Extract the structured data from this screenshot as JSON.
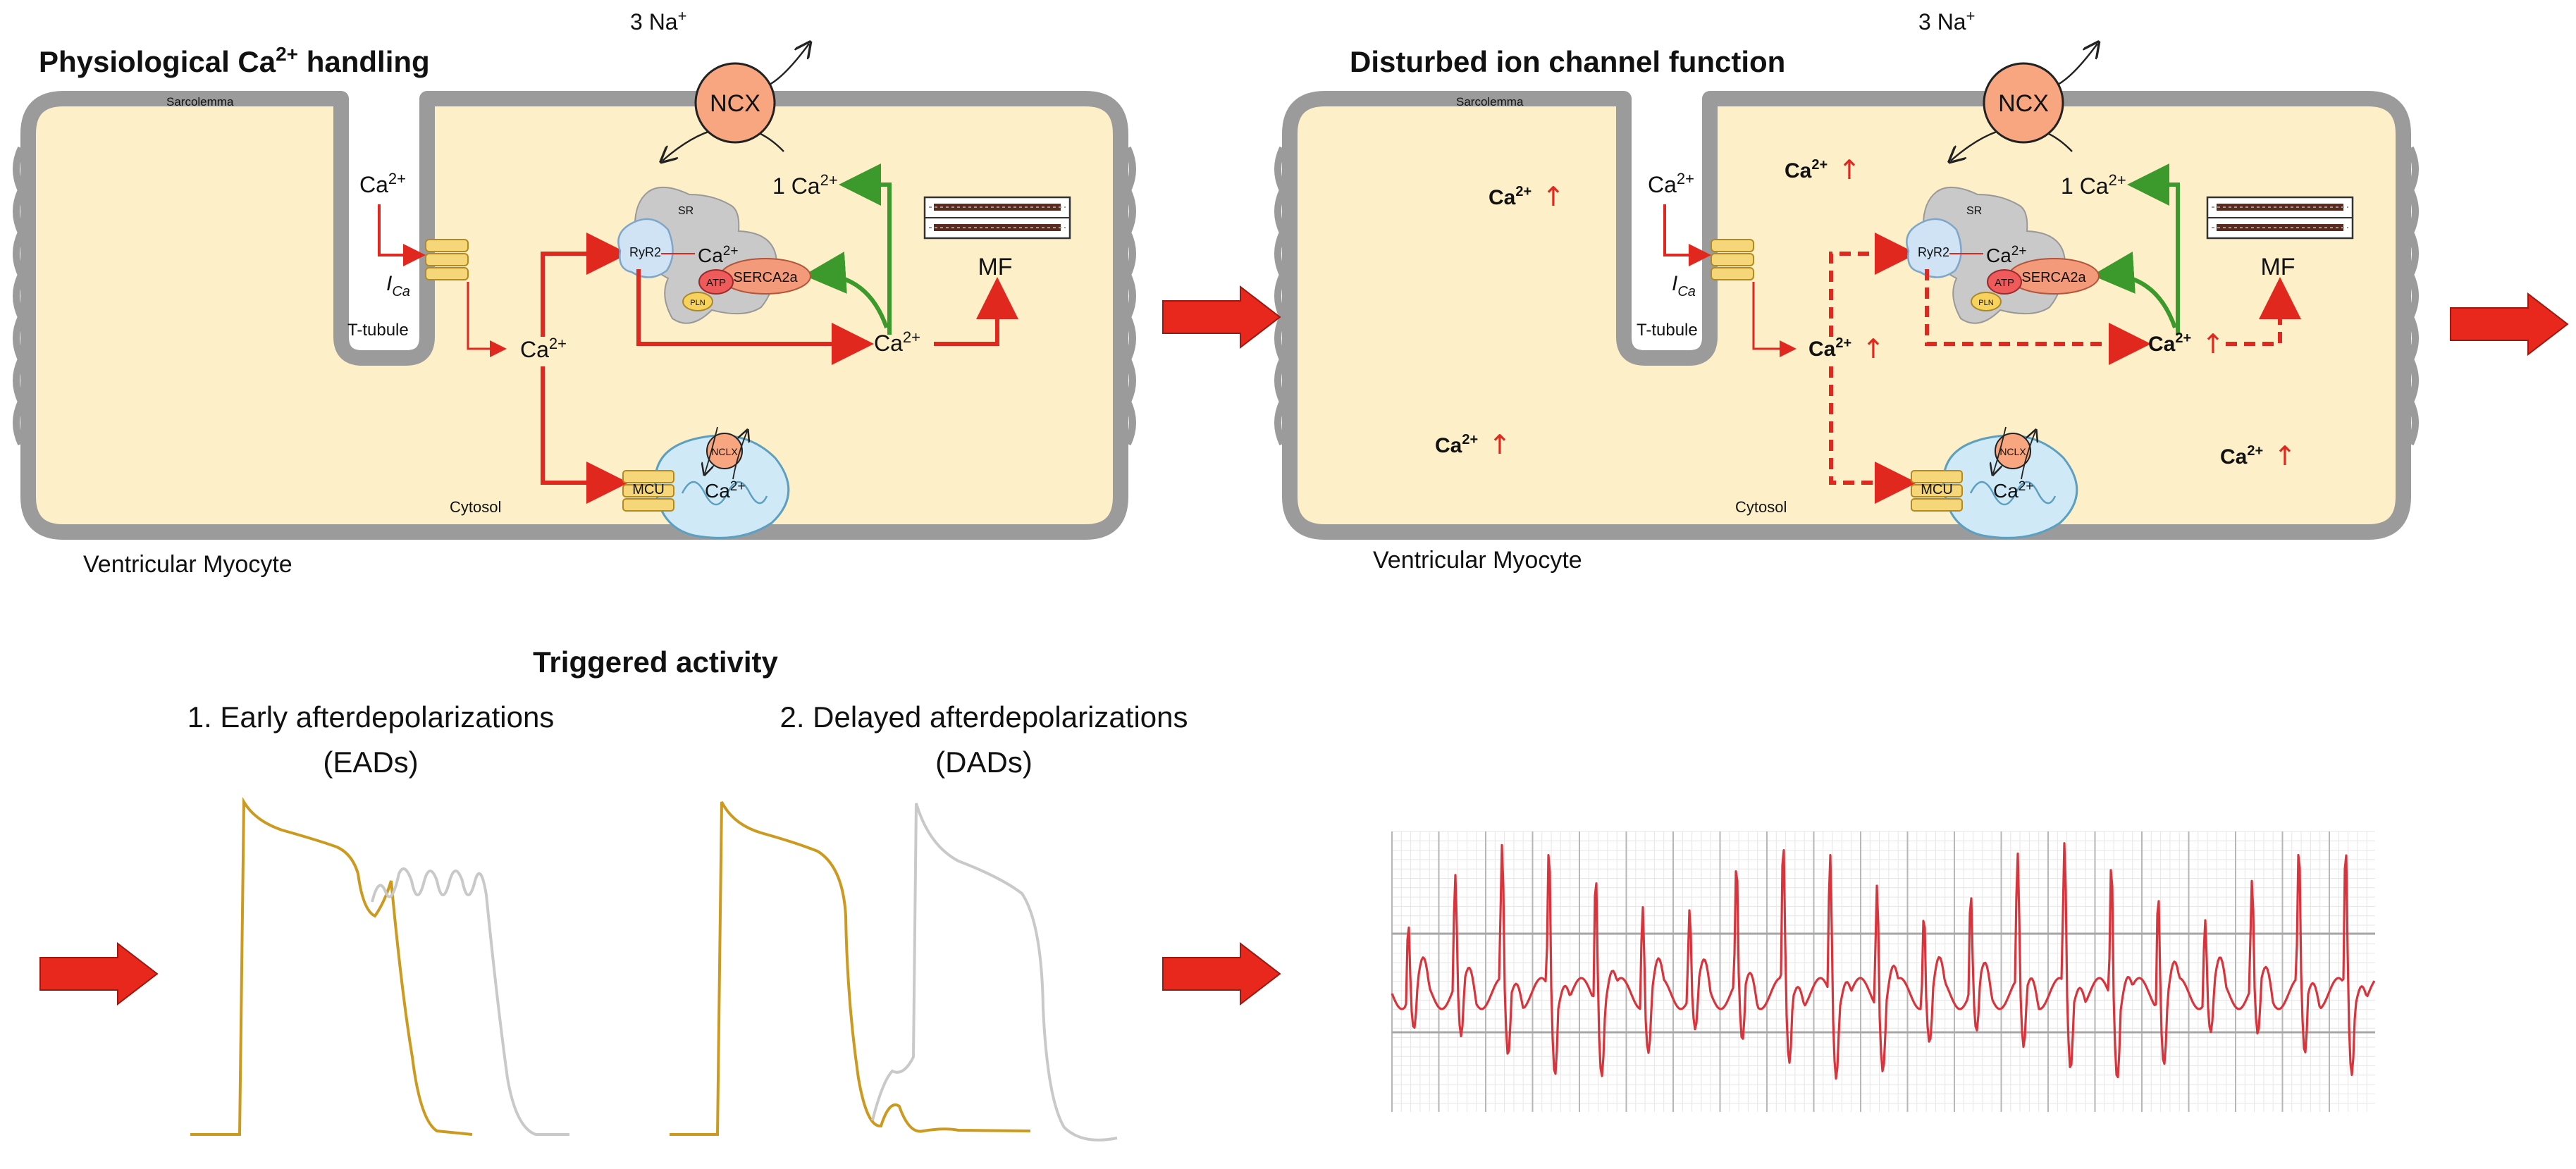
{
  "colors": {
    "cytosol_fill": "#fdf0c8",
    "membrane": "#9b9b9b",
    "arrow_red": "#e0281e",
    "arrow_green": "#3c9a2c",
    "ncx_fill": "#f7a67f",
    "channel_fill": "#f5d77a",
    "sr_fill": "#c9c9c9",
    "ryr2_fill": "#cfe3f4",
    "serca_fill": "#f39a7b",
    "atp_fill": "#ef5a5a",
    "pln_fill": "#f7d35e",
    "mito_fill": "#cfeaf6",
    "ap_gold": "#cc9a1e",
    "ap_gray": "#c9c9c9",
    "ecg_red": "#d9343c",
    "ecg_grid": "#b7b7b7"
  },
  "panel_physiological": {
    "title_main": "Physiological  Ca",
    "title_sup": "2+",
    "title_end": " handling",
    "sarcolemma": "Sarcolemma",
    "cytosol": "Cytosol",
    "cell_label": "Ventricular Myocyte",
    "t_tubule": "T-tubule",
    "ica_i": "I",
    "ica_sub": "Ca",
    "na": "3 Na",
    "na_sup": "+",
    "ncx": "NCX",
    "ca_in": "Ca",
    "ca_in_sup": "2+",
    "one_ca": "1 Ca",
    "one_ca_sup": "2+",
    "sr": "SR",
    "ryr2": "RyR2",
    "sr_ca": "Ca",
    "sr_ca_sup": "2+",
    "serca": "SERCA2a",
    "atp": "ATP",
    "pln": "PLN",
    "mf": "MF",
    "ca_mid": "Ca",
    "ca_mid_sup": "2+",
    "ca_right": "Ca",
    "ca_right_sup": "2+",
    "mcu": "MCU",
    "nclx": "NCLX",
    "mito_ca": "Ca",
    "mito_ca_sup": "2+"
  },
  "panel_disturbed": {
    "title": "Disturbed ion channel function",
    "sarcolemma": "Sarcolemma",
    "cytosol": "Cytosol",
    "cell_label": "Ventricular Myocyte",
    "t_tubule": "T-tubule",
    "ica_i": "I",
    "ica_sub": "Ca",
    "na": "3 Na",
    "na_sup": "+",
    "ncx": "NCX",
    "ca_in": "Ca",
    "ca_in_sup": "2+",
    "one_ca": "1 Ca",
    "one_ca_sup": "2+",
    "sr": "SR",
    "ryr2": "RyR2",
    "sr_ca": "Ca",
    "sr_ca_sup": "2+",
    "serca": "SERCA2a",
    "atp": "ATP",
    "pln": "PLN",
    "mf": "MF",
    "ca_elevated": "Ca",
    "ca_elevated_sup": "2+",
    "up_arrow": "↑",
    "mcu": "MCU",
    "nclx": "NCLX",
    "mito_ca": "Ca",
    "mito_ca_sup": "2+"
  },
  "triggered": {
    "title": "Triggered activity",
    "ead_line1": "1. Early afterdepolarizations",
    "ead_line2": "(EADs)",
    "dad_line1": "2. Delayed afterdepolarizations",
    "dad_line2": "(DADs)"
  }
}
